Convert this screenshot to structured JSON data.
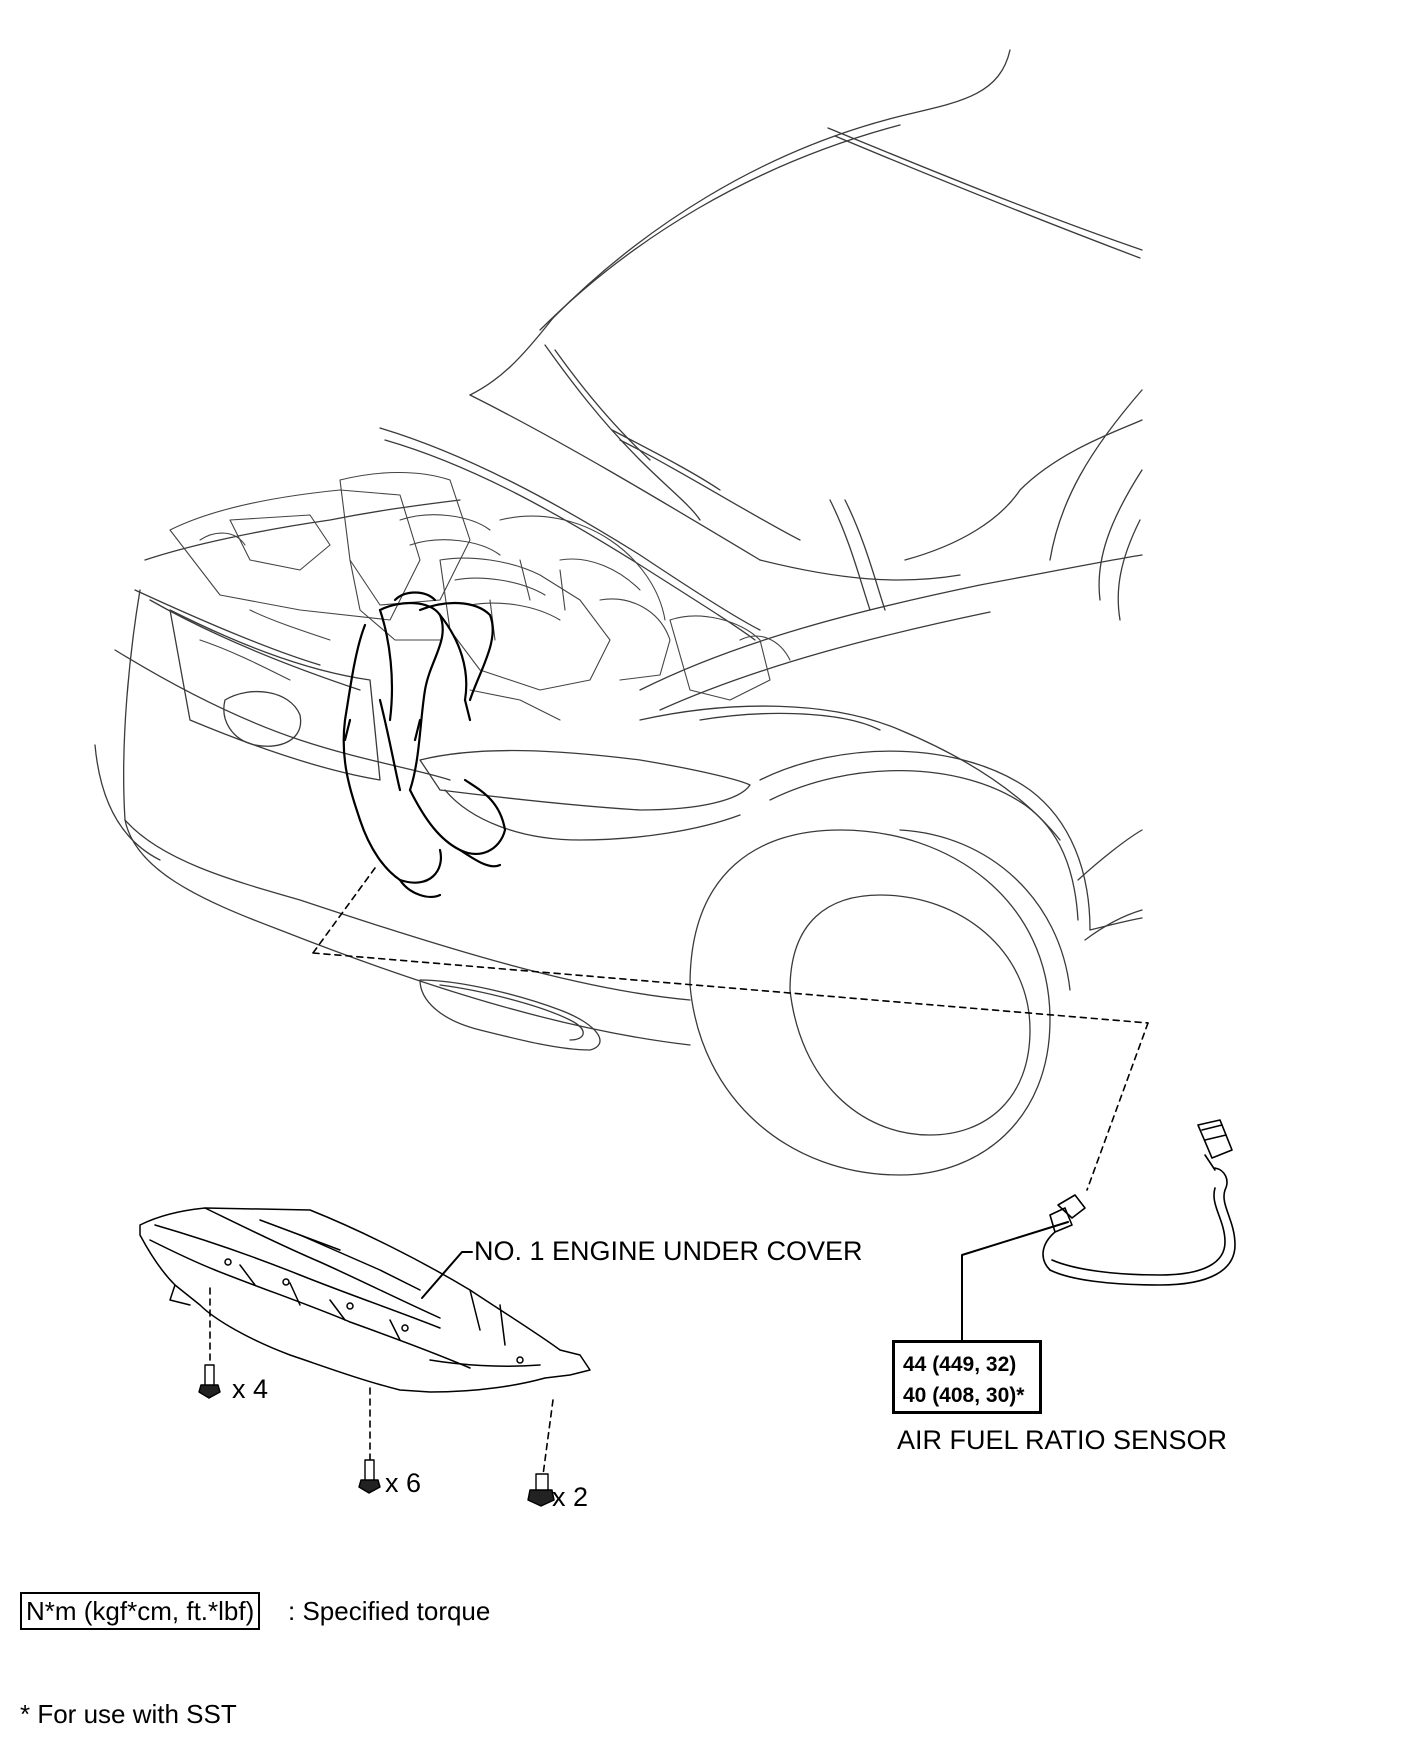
{
  "labels": {
    "under_cover": "NO. 1 ENGINE UNDER COVER",
    "sensor": "AIR FUEL RATIO SENSOR",
    "qty_x4": "x 4",
    "qty_x6": "x 6",
    "qty_x2": "x 2"
  },
  "torque": {
    "line1": "44 (449, 32)",
    "line2": "40 (408, 30)*"
  },
  "legend": {
    "unit": "N*m (kgf*cm, ft.*lbf)",
    "text": ": Specified torque"
  },
  "footnote": "* For use with SST"
}
